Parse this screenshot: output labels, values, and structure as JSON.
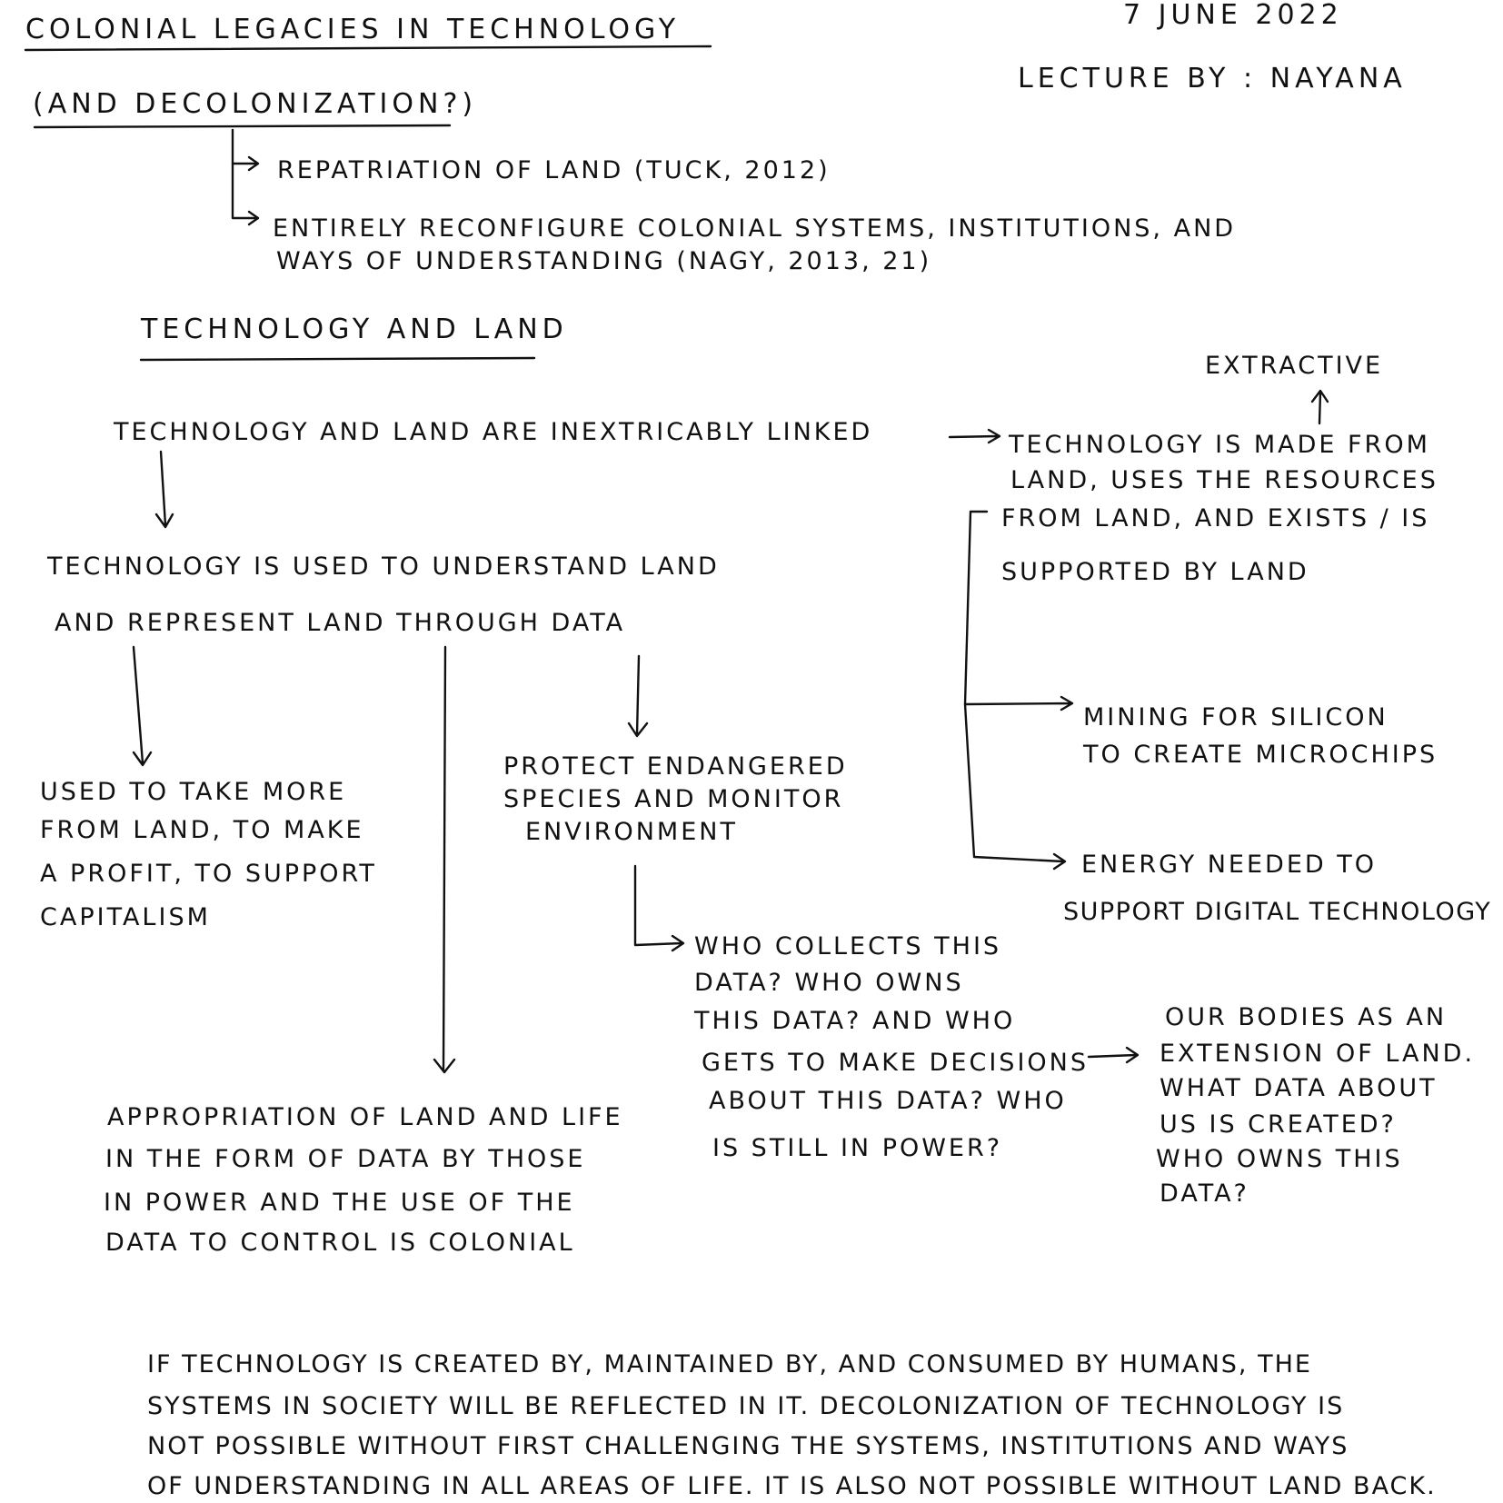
{
  "header": {
    "title": "COLONIAL LEGACIES IN TECHNOLOGY",
    "subtitle": "(AND DECOLONIZATION?)",
    "date": "7 JUNE 2022",
    "lecturer": "LECTURE BY : NAYANA"
  },
  "decolonization_points": [
    "REPATRIATION OF LAND (TUCK, 2012)",
    "ENTIRELY RECONFIGURE COLONIAL SYSTEMS, INSTITUTIONS, AND",
    "WAYS OF UNDERSTANDING (NAGY, 2013, 21)"
  ],
  "section_heading": "TECHNOLOGY AND LAND",
  "main_statement": "TECHNOLOGY AND LAND ARE INEXTRICABLY LINKED",
  "extractive_label": "EXTRACTIVE",
  "made_from_land": [
    "TECHNOLOGY IS MADE FROM",
    "LAND, USES THE RESOURCES",
    "FROM LAND, AND EXISTS / IS",
    "SUPPORTED BY LAND"
  ],
  "mining": [
    "MINING FOR SILICON",
    "TO CREATE MICROCHIPS"
  ],
  "energy": [
    "ENERGY NEEDED TO",
    "SUPPORT DIGITAL TECHNOLOGY"
  ],
  "understand_land": [
    "TECHNOLOGY IS USED TO UNDERSTAND LAND",
    "AND REPRESENT LAND THROUGH DATA"
  ],
  "take_more": [
    "USED TO TAKE MORE",
    "FROM LAND, TO MAKE",
    "A PROFIT, TO SUPPORT",
    "CAPITALISM"
  ],
  "protect": [
    "PROTECT ENDANGERED",
    "SPECIES AND MONITOR",
    "ENVIRONMENT"
  ],
  "who_collects": [
    "WHO COLLECTS THIS",
    "DATA? WHO OWNS",
    "THIS DATA? AND WHO",
    "GETS TO MAKE DECISIONS",
    "ABOUT THIS DATA? WHO",
    "IS STILL IN POWER?"
  ],
  "our_bodies": [
    "OUR BODIES AS AN",
    "EXTENSION OF LAND.",
    "WHAT DATA ABOUT",
    "US IS CREATED?",
    "WHO OWNS THIS",
    "DATA?"
  ],
  "appropriation": [
    "APPROPRIATION OF LAND AND LIFE",
    "IN THE FORM OF DATA BY THOSE",
    "IN POWER AND THE USE OF THE",
    "DATA TO CONTROL IS COLONIAL"
  ],
  "conclusion": [
    "IF TECHNOLOGY IS CREATED BY, MAINTAINED BY, AND CONSUMED BY HUMANS, THE",
    "SYSTEMS IN SOCIETY WILL BE REFLECTED IN IT. DECOLONIZATION OF TECHNOLOGY IS",
    "NOT POSSIBLE WITHOUT FIRST CHALLENGING THE SYSTEMS, INSTITUTIONS AND WAYS",
    "OF UNDERSTANDING IN ALL AREAS OF LIFE. IT IS ALSO NOT POSSIBLE WITHOUT LAND BACK."
  ]
}
